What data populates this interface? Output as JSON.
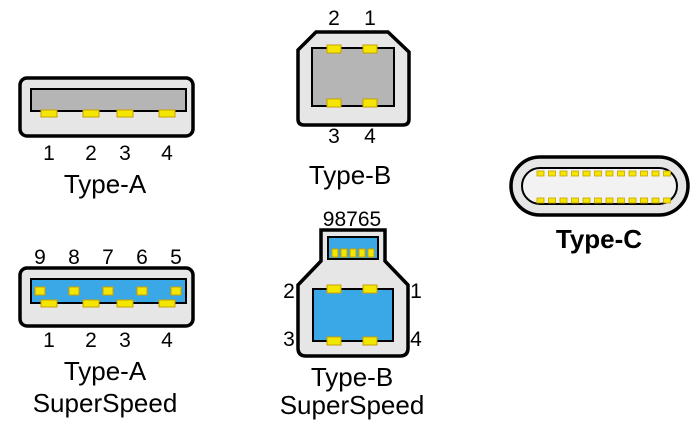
{
  "diagram": {
    "connectors": {
      "type_a": {
        "name": "Type-A",
        "pin_numbers": [
          "1",
          "2",
          "3",
          "4"
        ]
      },
      "type_b": {
        "name": "Type-B",
        "pin_numbers_top": [
          "2",
          "1"
        ],
        "pin_numbers_bottom": [
          "3",
          "4"
        ]
      },
      "type_c": {
        "name": "Type-C"
      },
      "type_a_superspeed": {
        "name_line1": "Type-A",
        "name_line2": "SuperSpeed",
        "pin_numbers_top": [
          "9",
          "8",
          "7",
          "6",
          "5"
        ],
        "pin_numbers_bottom": [
          "1",
          "2",
          "3",
          "4"
        ]
      },
      "type_b_superspeed": {
        "name_line1": "Type-B",
        "name_line2": "SuperSpeed",
        "pin_numbers_top": "98765",
        "pin_left_top": "2",
        "pin_right_top": "1",
        "pin_left_bottom": "3",
        "pin_right_bottom": "4"
      }
    },
    "colors": {
      "housing": "#e6e6e6",
      "insulator": "#b5b5b5",
      "superspeed_blue": "#3aa8e6",
      "pin": "#f3e600",
      "pin_outline": "#c8a000",
      "outline": "#000000"
    }
  }
}
